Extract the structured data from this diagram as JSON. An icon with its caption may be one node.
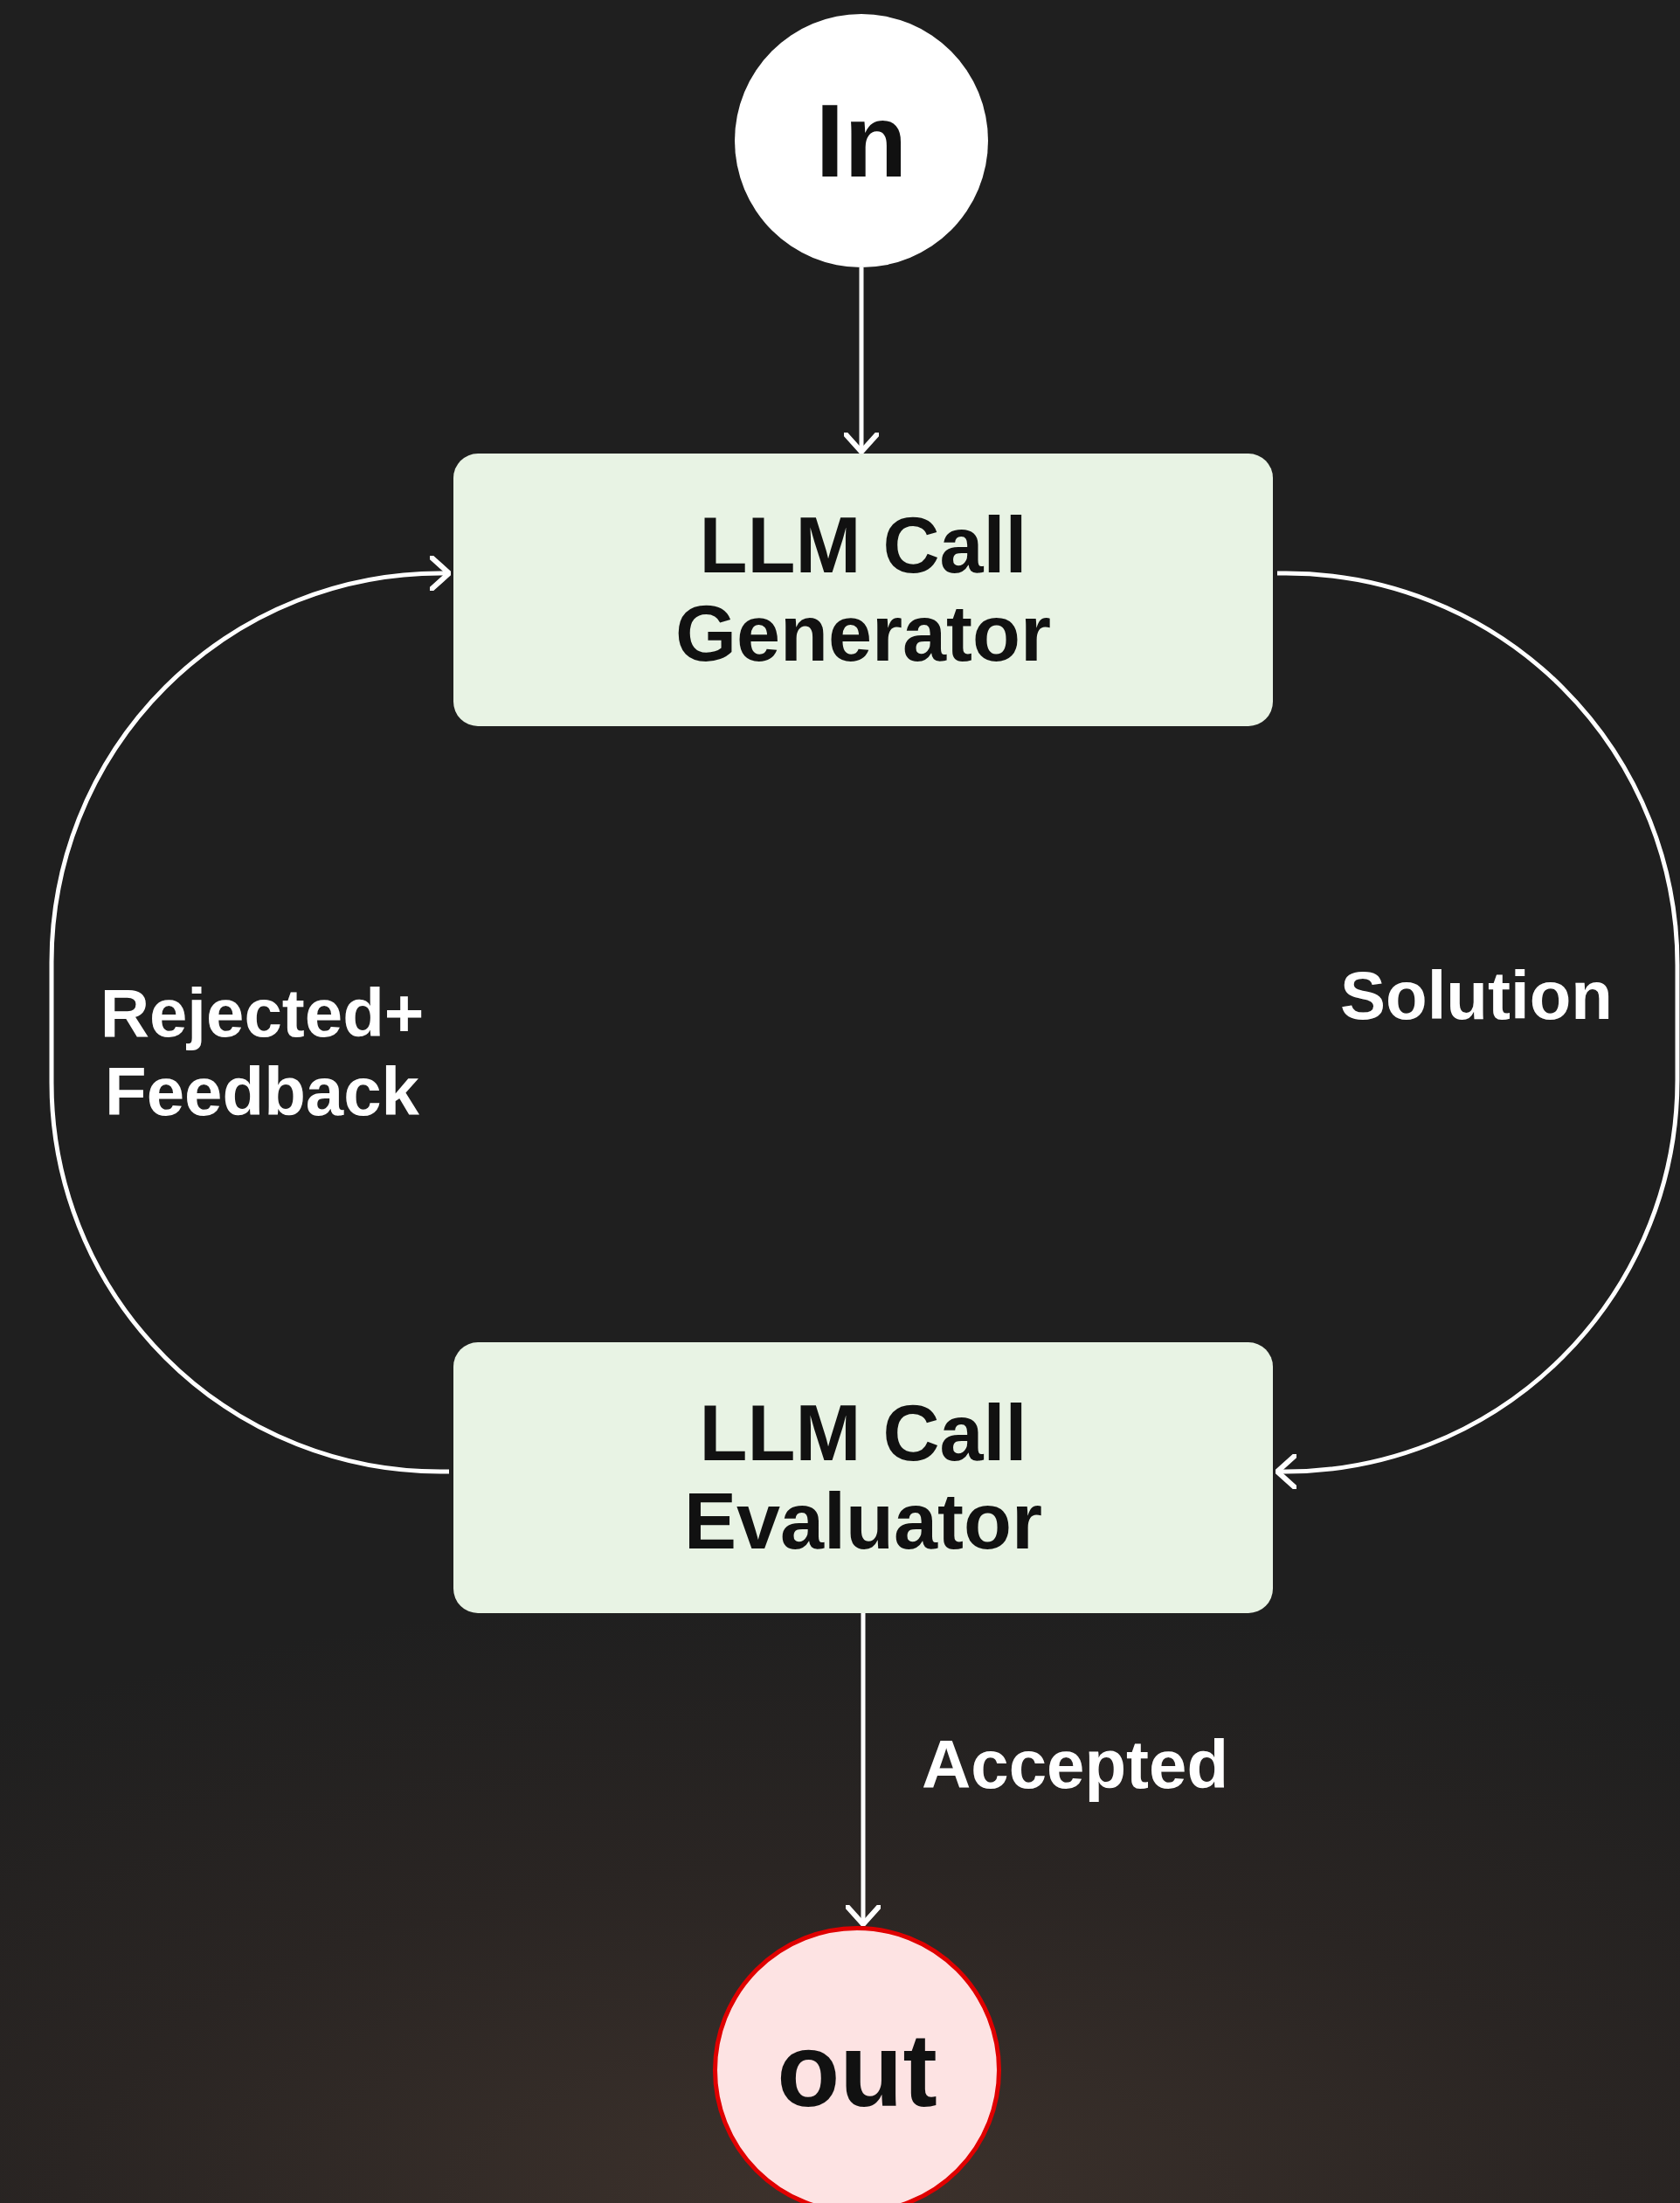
{
  "diagram": {
    "nodes": [
      {
        "text": [
          "In"
        ]
      },
      {
        "text": [
          "LLM Call Generator"
        ]
      },
      {
        "text": [
          "LLM Call Evaluator"
        ]
      },
      {
        "text": [
          "out"
        ]
      }
    ],
    "edges": [
      {
        "from": 0,
        "to": 1,
        "arrow": "to"
      },
      {
        "from": 1,
        "to": 2,
        "label": "Solution",
        "arrow": "to"
      },
      {
        "from": 2,
        "to": 1,
        "label": "Rejected+ Feedback",
        "arrow": "to"
      },
      {
        "from": 2,
        "to": 3,
        "label": "Accepted",
        "arrow": "to"
      }
    ]
  }
}
